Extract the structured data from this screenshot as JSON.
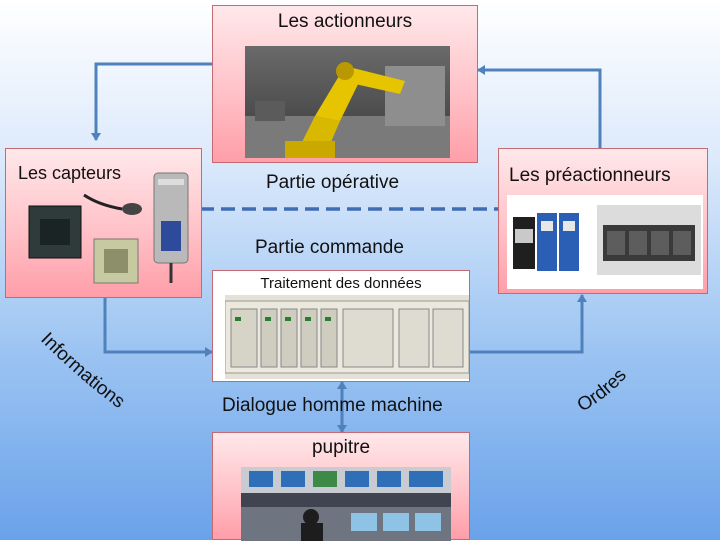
{
  "boxes": {
    "actionneurs": {
      "title": "Les actionneurs",
      "image": "industrial-robot-arm-photo"
    },
    "capteurs": {
      "title": "Les capteurs",
      "image": "sensors-photo"
    },
    "preactionneurs": {
      "title": "Les préactionneurs",
      "image": "contactors-valves-photo"
    },
    "traitement": {
      "title": "Traitement des données",
      "image": "plc-rack-photo"
    },
    "pupitre": {
      "title": "pupitre",
      "image": "control-room-photo"
    }
  },
  "labels": {
    "partie_operative": "Partie opérative",
    "partie_commande": "Partie commande",
    "dialogue": "Dialogue homme machine",
    "informations": "Informations",
    "ordres": "Ordres"
  },
  "colors": {
    "arrow": "#4f81bd",
    "dashed": "#3e6db5",
    "box_border": "#c46a72",
    "box_top": "#ffe8ea",
    "box_bottom": "#ff9ea8"
  }
}
